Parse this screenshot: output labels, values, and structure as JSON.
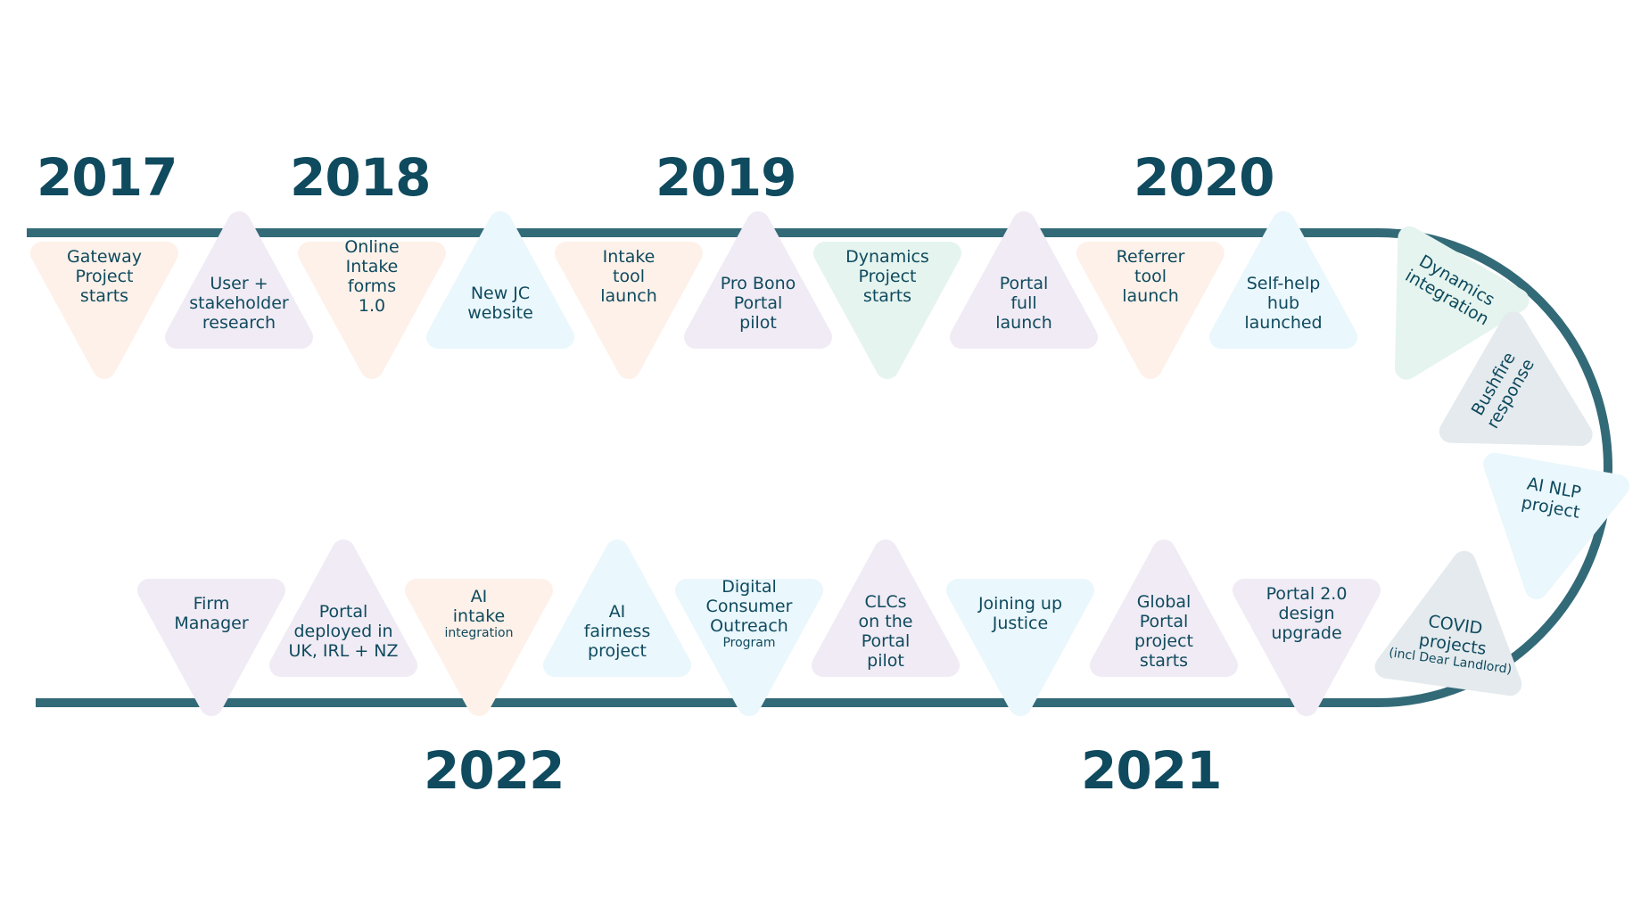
{
  "colors": {
    "line": "#336a78",
    "text": "#0f4a5e",
    "peach": "#fdf1e9",
    "lavender": "#f0ebf4",
    "blue": "#eaf7fc",
    "mint": "#e5f4ee",
    "gray": "#e4eaed"
  },
  "years": {
    "y2017": "2017",
    "y2018": "2018",
    "y2019": "2019",
    "y2020": "2020",
    "y2021": "2021",
    "y2022": "2022"
  },
  "milestones": {
    "top": [
      {
        "lines": [
          "Gateway",
          "Project",
          "starts"
        ],
        "color": "peach",
        "dir": "down"
      },
      {
        "lines": [
          "User +",
          "stakeholder",
          "research"
        ],
        "color": "lavender",
        "dir": "up"
      },
      {
        "lines": [
          "Online",
          "Intake",
          "forms",
          "1.0"
        ],
        "color": "peach",
        "dir": "down"
      },
      {
        "lines": [
          "New JC",
          "website"
        ],
        "color": "blue",
        "dir": "up"
      },
      {
        "lines": [
          "Intake",
          "tool",
          "launch"
        ],
        "color": "peach",
        "dir": "down"
      },
      {
        "lines": [
          "Pro Bono",
          "Portal",
          "pilot"
        ],
        "color": "lavender",
        "dir": "up"
      },
      {
        "lines": [
          "Dynamics",
          "Project",
          "starts"
        ],
        "color": "mint",
        "dir": "down"
      },
      {
        "lines": [
          "Portal",
          "full",
          "launch"
        ],
        "color": "lavender",
        "dir": "up"
      },
      {
        "lines": [
          "Referrer",
          "tool",
          "launch"
        ],
        "color": "peach",
        "dir": "down"
      },
      {
        "lines": [
          "Self-help",
          "hub",
          "launched"
        ],
        "color": "blue",
        "dir": "up"
      }
    ],
    "curve": [
      {
        "lines": [
          "Dynamics",
          "integration"
        ],
        "color": "mint"
      },
      {
        "lines": [
          "Bushfire",
          "response"
        ],
        "color": "gray"
      },
      {
        "lines": [
          "AI NLP",
          "project"
        ],
        "color": "blue"
      },
      {
        "lines": [
          "COVID",
          "projects"
        ],
        "sub": "(incl Dear Landlord)",
        "color": "gray"
      }
    ],
    "bottom": [
      {
        "lines": [
          "Firm",
          "Manager"
        ],
        "color": "lavender",
        "dir": "down"
      },
      {
        "lines": [
          "Portal",
          "deployed in",
          "UK, IRL + NZ"
        ],
        "color": "lavender",
        "dir": "up"
      },
      {
        "lines": [
          "AI",
          "intake"
        ],
        "sub": "integration",
        "color": "peach",
        "dir": "down"
      },
      {
        "lines": [
          "AI",
          "fairness",
          "project"
        ],
        "color": "blue",
        "dir": "up"
      },
      {
        "lines": [
          "Digital",
          "Consumer",
          "Outreach"
        ],
        "sub": "Program",
        "color": "blue",
        "dir": "down"
      },
      {
        "lines": [
          "CLCs",
          "on the",
          "Portal",
          "pilot"
        ],
        "color": "lavender",
        "dir": "up"
      },
      {
        "lines": [
          "Joining up",
          "Justice"
        ],
        "color": "blue",
        "dir": "down"
      },
      {
        "lines": [
          "Global",
          "Portal",
          "project",
          "starts"
        ],
        "color": "lavender",
        "dir": "up"
      },
      {
        "lines": [
          "Portal 2.0",
          "design",
          "upgrade"
        ],
        "color": "lavender",
        "dir": "down"
      }
    ]
  }
}
